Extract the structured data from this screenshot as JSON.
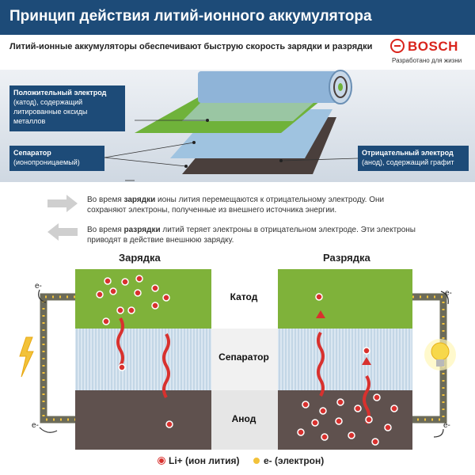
{
  "header": {
    "title": "Принцип действия литий-ионного аккумулятора"
  },
  "subheading": "Литий-ионные аккумуляторы обеспечивают быструю скорость зарядки и разрядки",
  "brand": {
    "name": "BOSCH",
    "tagline": "Разработано для жизни",
    "color": "#d9241c"
  },
  "labels": {
    "positive": {
      "title": "Положительный электрод",
      "text": "(катод), содержащий литированные оксиды металлов"
    },
    "separator": {
      "title": "Сепаратор",
      "text": "(ионопроницаемый)"
    },
    "negative": {
      "title": "Отрицательный электрод",
      "text": "(анод), содержащий графит"
    }
  },
  "info": {
    "charge_prefix": "Во время ",
    "charge_bold": "зарядки",
    "charge_text": " ионы лития перемещаются к отрицательному электроду. Они сохраняют электроны, полученные из внешнего источника энергии.",
    "discharge_prefix": "Во время ",
    "discharge_bold": "разрядки",
    "discharge_text": " литий теряет электроны в отрицательном электроде. Эти электроны приводят в действие внешнюю зарядку."
  },
  "columns": {
    "charge": "Зарядка",
    "discharge": "Разрядка"
  },
  "rows": {
    "cathode": "Катод",
    "separator": "Сепаратор",
    "anode": "Анод"
  },
  "electron_label": "e-",
  "legend": {
    "li": "Li+ (ион лития)",
    "e": "e- (электрон)"
  },
  "colors": {
    "header": "#1d4b78",
    "cathode": "#7fb23a",
    "separator": "#cfe0ee",
    "anode": "#5f514e",
    "ion": "#d8312e",
    "electron": "#f2c23a"
  }
}
